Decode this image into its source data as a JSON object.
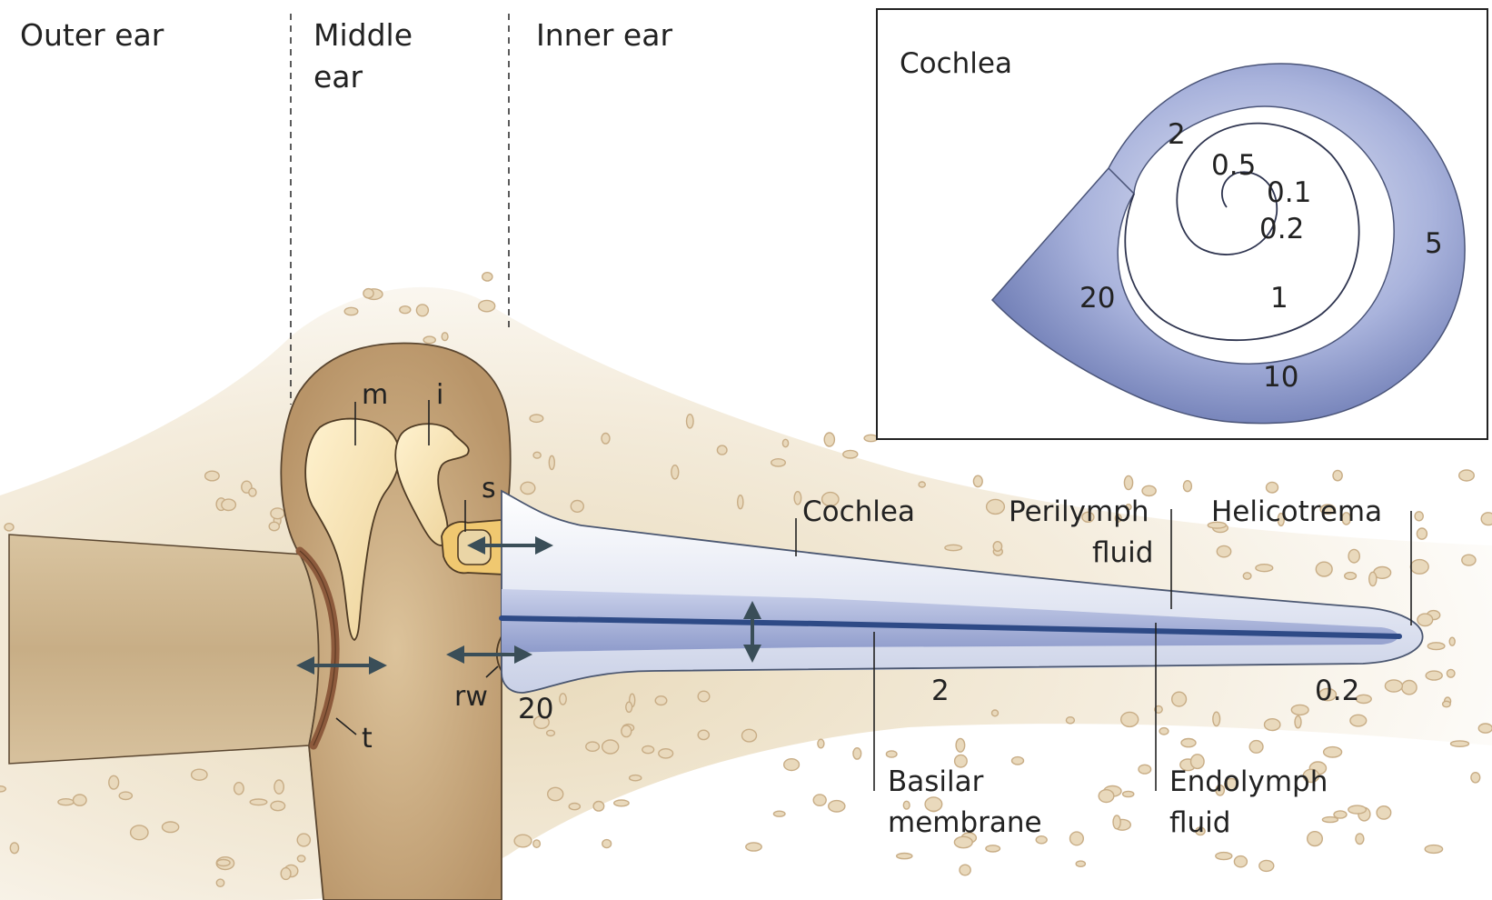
{
  "sections": {
    "outer_ear": "Outer ear",
    "middle_ear_line1": "Middle",
    "middle_ear_line2": "ear",
    "inner_ear": "Inner ear"
  },
  "ossicles": {
    "malleus": "m",
    "incus": "i",
    "stapes": "s",
    "round_window": "rw",
    "tympanic_membrane": "t"
  },
  "cochlea_labels": {
    "cochlea": "Cochlea",
    "perilymph_line1": "Perilymph",
    "perilymph_line2": "fluid",
    "helicotrema": "Helicotrema",
    "basilar_line1": "Basilar",
    "basilar_line2": "membrane",
    "endolymph_line1": "Endolymph",
    "endolymph_line2": "fluid"
  },
  "frequency_marks": {
    "base": "20",
    "middle": "2",
    "apex": "0.2"
  },
  "inset": {
    "title": "Cochlea",
    "frequencies": [
      "20",
      "10",
      "5",
      "2",
      "1",
      "0.5",
      "0.2",
      "0.1"
    ]
  },
  "colors": {
    "bone": "#e9d9bc",
    "bone_edge": "#c8ad86",
    "canal": "#c8b08a",
    "middle_ear_cavity": "#c5a57a",
    "ossicle": "#f6e2b0",
    "tympanic_membrane": "#8c5a3c",
    "cochlea_fluid": "#e4e8f4",
    "scala": "#9aa6cf",
    "basilar_membrane": "#2e4a86",
    "arrow": "#3a4e58",
    "spiral_light": "#d9def0",
    "spiral_dark": "#7583b8"
  }
}
